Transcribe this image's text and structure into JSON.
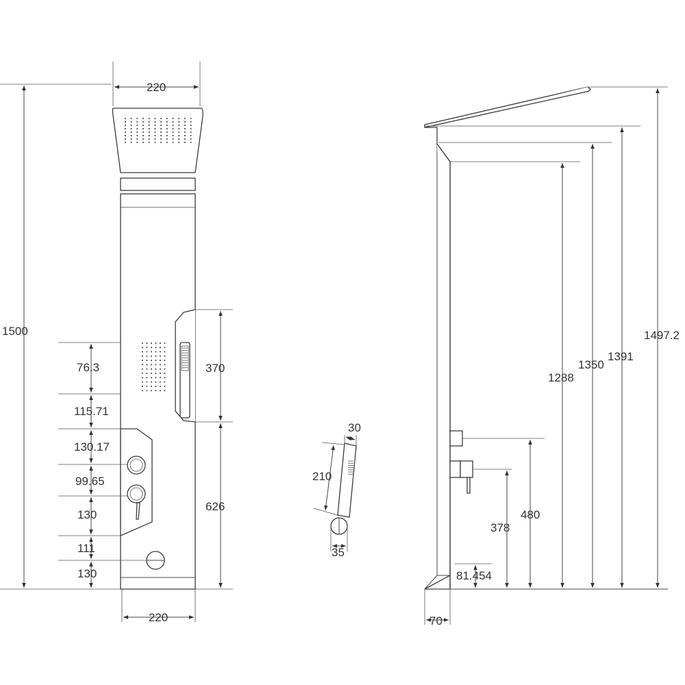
{
  "front_view": {
    "top_width": "220",
    "bottom_width": "220",
    "total_height": "1500",
    "left_stack": [
      "76.3",
      "115.71",
      "130.17",
      "99.65",
      "130",
      "111",
      "130"
    ],
    "right_upper": "370",
    "right_lower": "626"
  },
  "hand_shower": {
    "width": "30",
    "length": "210",
    "base": "35"
  },
  "side_view": {
    "heights": [
      "1497.2",
      "1391",
      "1350",
      "1288",
      "480",
      "378",
      "81.454"
    ],
    "depth": "70"
  }
}
